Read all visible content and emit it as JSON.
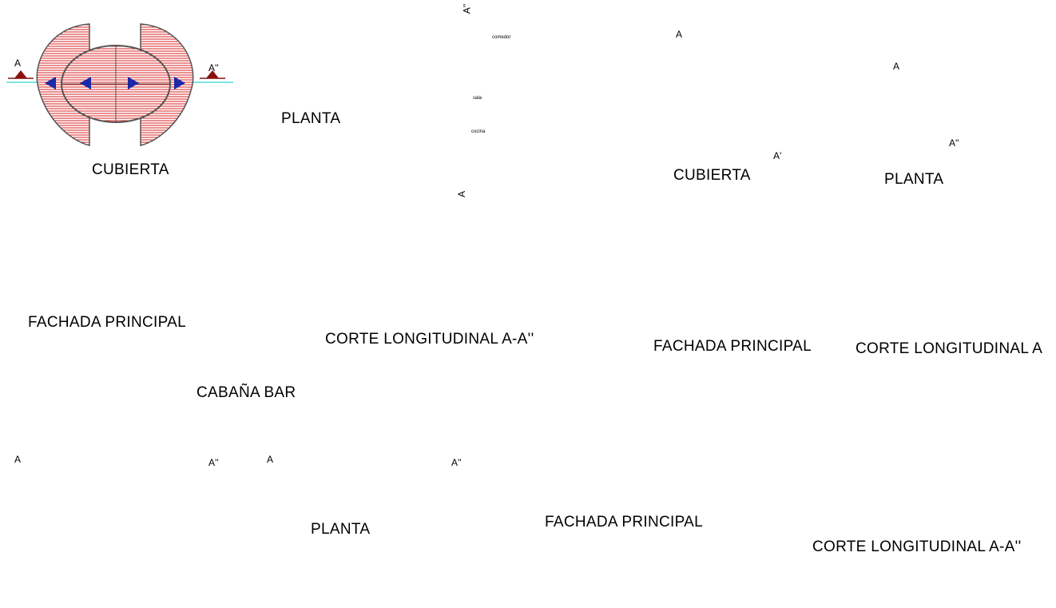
{
  "colors": {
    "roof_red": "#e8202a",
    "hatch_dark": "#8b0000",
    "brick": "#a07a50",
    "ground": "#f6d98a",
    "lamp_green": "#00c800",
    "door_magenta": "#e000e0",
    "window_green": "#8db33a",
    "cyan_line": "#00c8c8",
    "wood_yellow": "#e8b84a",
    "arrow_blue": "#1a2aa8",
    "tree_green": "#1e6e1e"
  },
  "titles": {
    "cubierta_1": "CUBIERTA",
    "planta_1": "PLANTA",
    "cubierta_2": "CUBIERTA",
    "planta_2": "PLANTA",
    "fachada_1": "FACHADA PRINCIPAL",
    "corte_1": "CORTE LONGITUDINAL  A-A''",
    "fachada_2": "FACHADA PRINCIPAL",
    "corte_2": "CORTE LONGITUDINAL  A",
    "group": "CABAÑA  BAR",
    "planta_3": "PLANTA",
    "fachada_3": "FACHADA PRINCIPAL",
    "corte_3": "CORTE LONGITUDINAL  A-A''"
  },
  "section_marks": {
    "a": "A",
    "a_double": "A''",
    "a_prime": "A'"
  },
  "room_tags": {
    "r1": "comedor",
    "r2": "sala",
    "r3": "cocina"
  }
}
